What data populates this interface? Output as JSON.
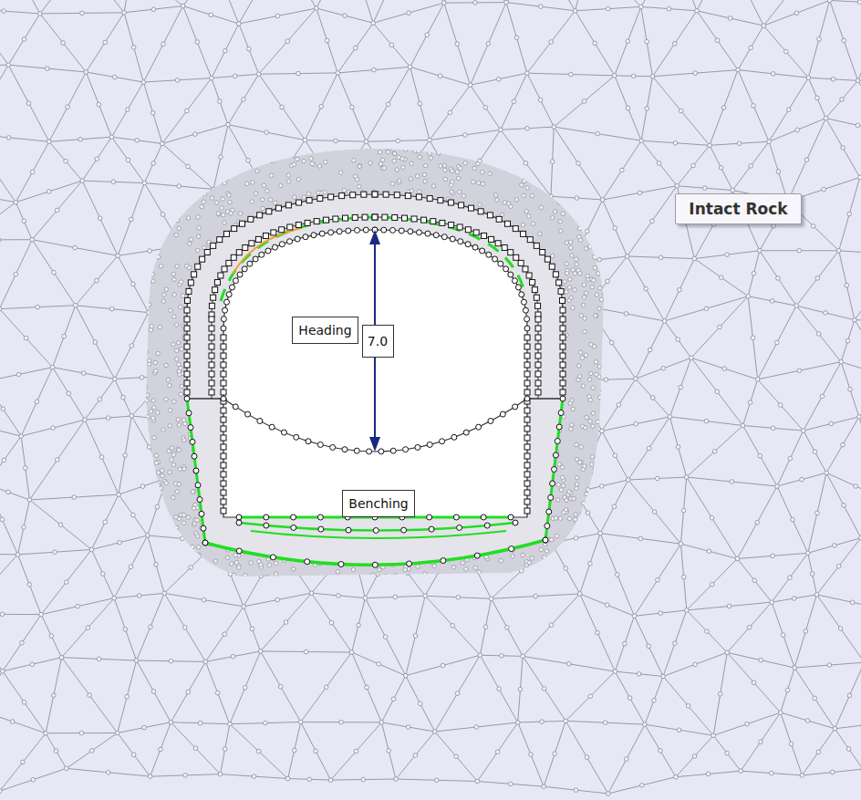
{
  "diagram": {
    "nodes": [
      {
        "text": [
          "Intact Rock"
        ]
      },
      {
        "text": [
          "Heading"
        ]
      },
      {
        "text": [
          "7.0"
        ]
      },
      {
        "text": [
          "Benching"
        ]
      }
    ]
  }
}
